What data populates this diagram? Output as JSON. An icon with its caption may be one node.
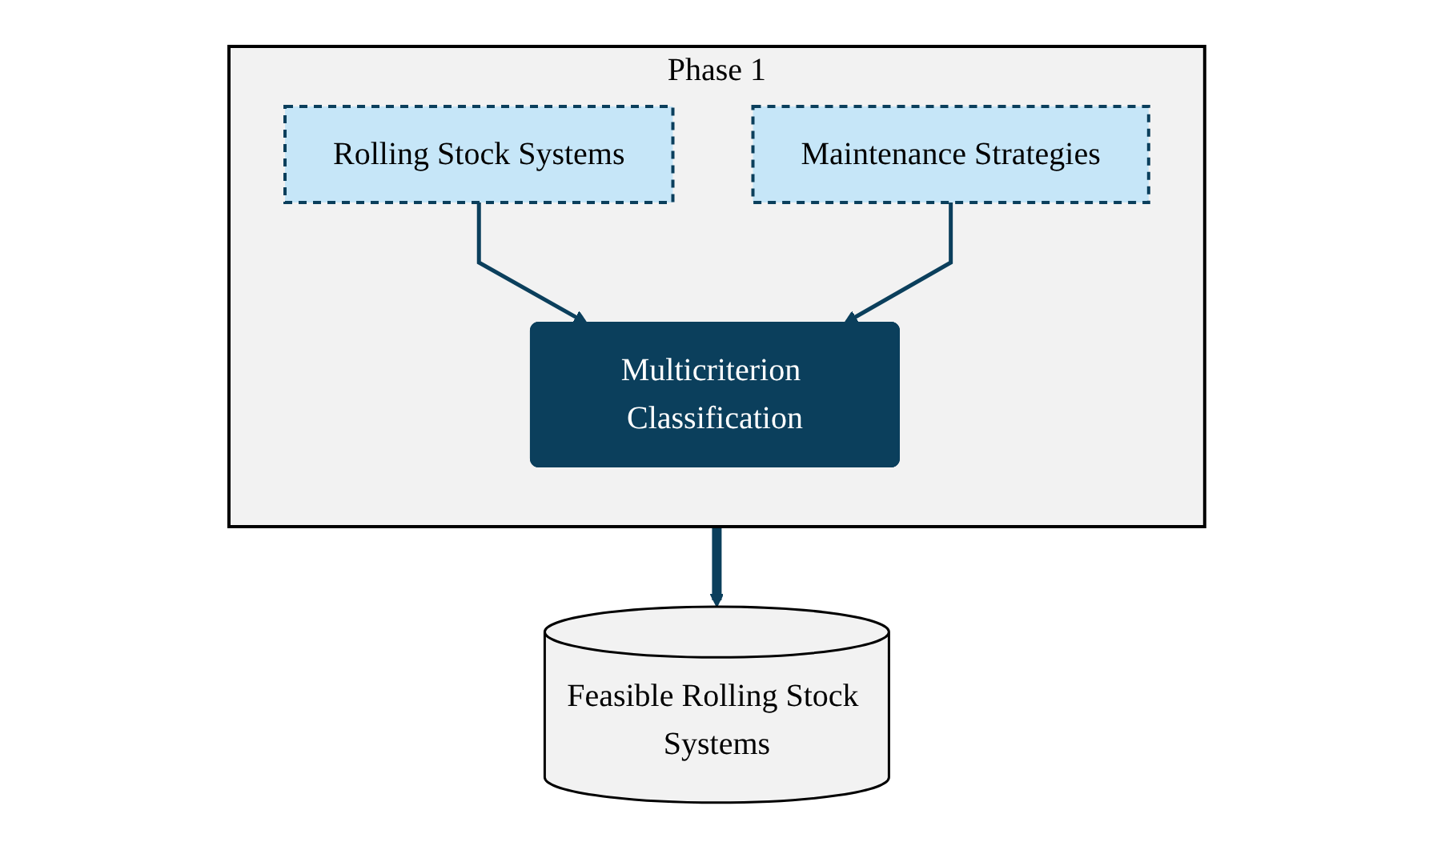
{
  "diagram": {
    "nodes": [
      {
        "text": [
          "Phase 1"
        ]
      },
      {
        "text": [
          "Rolling Stock Systems"
        ],
        "in": 0
      },
      {
        "text": [
          "Maintenance Strategies"
        ],
        "in": 0
      },
      {
        "text": [
          "Multicriterion Classification"
        ],
        "in": 0
      },
      {
        "text": [
          "Feasible Rolling Stock Systems"
        ]
      }
    ],
    "edges": [
      {
        "from": 1,
        "to": 3,
        "arrow": "to"
      },
      {
        "from": 2,
        "to": 3,
        "arrow": "to"
      },
      {
        "from": 0,
        "to": 4,
        "arrow": "to",
        "style": "thick"
      }
    ]
  }
}
